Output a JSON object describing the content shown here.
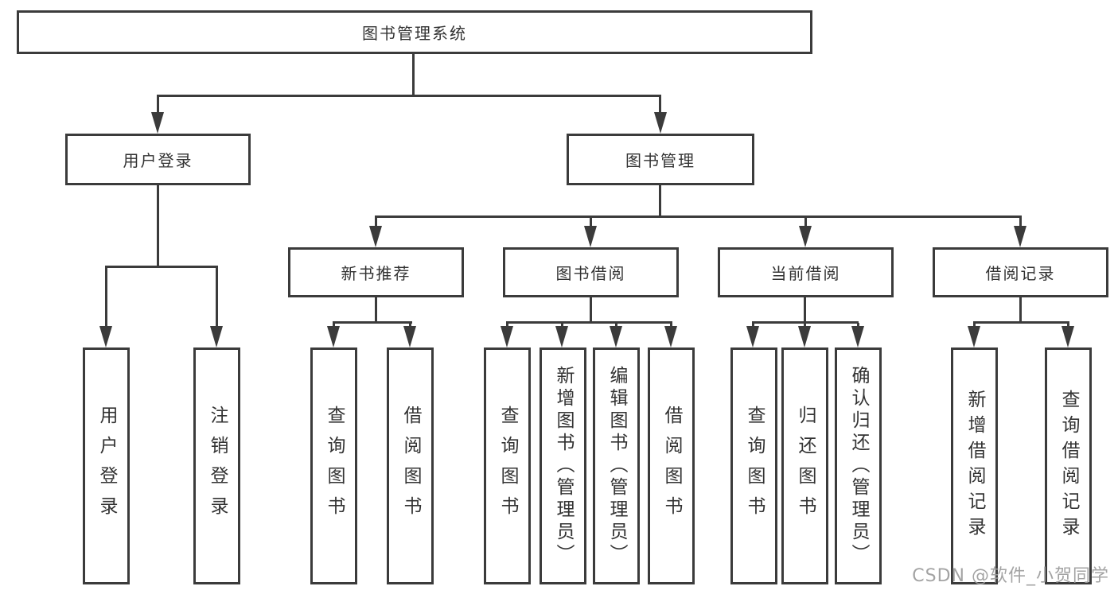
{
  "diagram": {
    "root": "图书管理系统",
    "level2": [
      "用户登录",
      "图书管理"
    ],
    "level3": [
      "新书推荐",
      "图书借阅",
      "当前借阅",
      "借阅记录"
    ],
    "leaves": {
      "user_login": [
        "用户登录",
        "注销登录"
      ],
      "new_book": [
        "查询图书",
        "借阅图书"
      ],
      "book_borrow": [
        "查询图书",
        "新增图书（管理员）",
        "编辑图书（管理员）",
        "借阅图书"
      ],
      "current_borrow": [
        "查询图书",
        "归还图书",
        "确认归还（管理员）"
      ],
      "borrow_records": [
        "新增借阅记录",
        "查询借阅记录"
      ]
    }
  },
  "watermark": "CSDN @软件_小贺同学",
  "colors": {
    "line": "#3b3b3b",
    "text": "#333333",
    "watermark": "#9c9c9c",
    "background": "#ffffff"
  }
}
